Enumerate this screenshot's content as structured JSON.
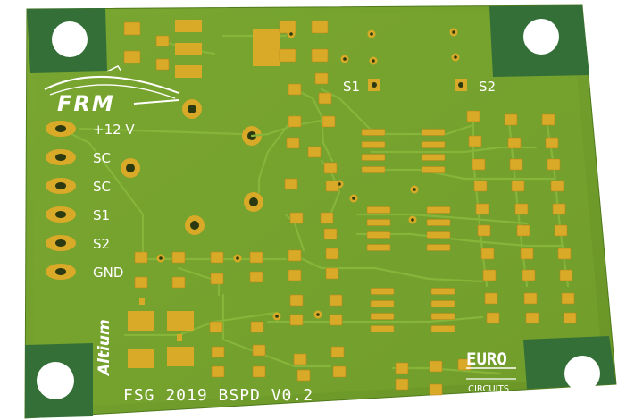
{
  "board": {
    "brand_logo_text": "FRM",
    "silkscreen_title": "FSG 2019 BSPD V0.2",
    "altium_logo_text": "Altium",
    "eurocircuits_logo": {
      "top": "EURO",
      "bottom": "CIRCUITS"
    },
    "connector_pins": [
      {
        "label": "+12 V"
      },
      {
        "label": "SC"
      },
      {
        "label": "SC"
      },
      {
        "label": "S1"
      },
      {
        "label": "S2"
      },
      {
        "label": "GND"
      }
    ],
    "test_points": [
      {
        "label": "S1"
      },
      {
        "label": "S2"
      }
    ],
    "colors": {
      "soldermask": "#6f9a2a",
      "copper_pour": "#7aa530",
      "corner_clearance": "#2f6b35",
      "pads": "#d9a928",
      "silkscreen": "#ffffff"
    }
  }
}
